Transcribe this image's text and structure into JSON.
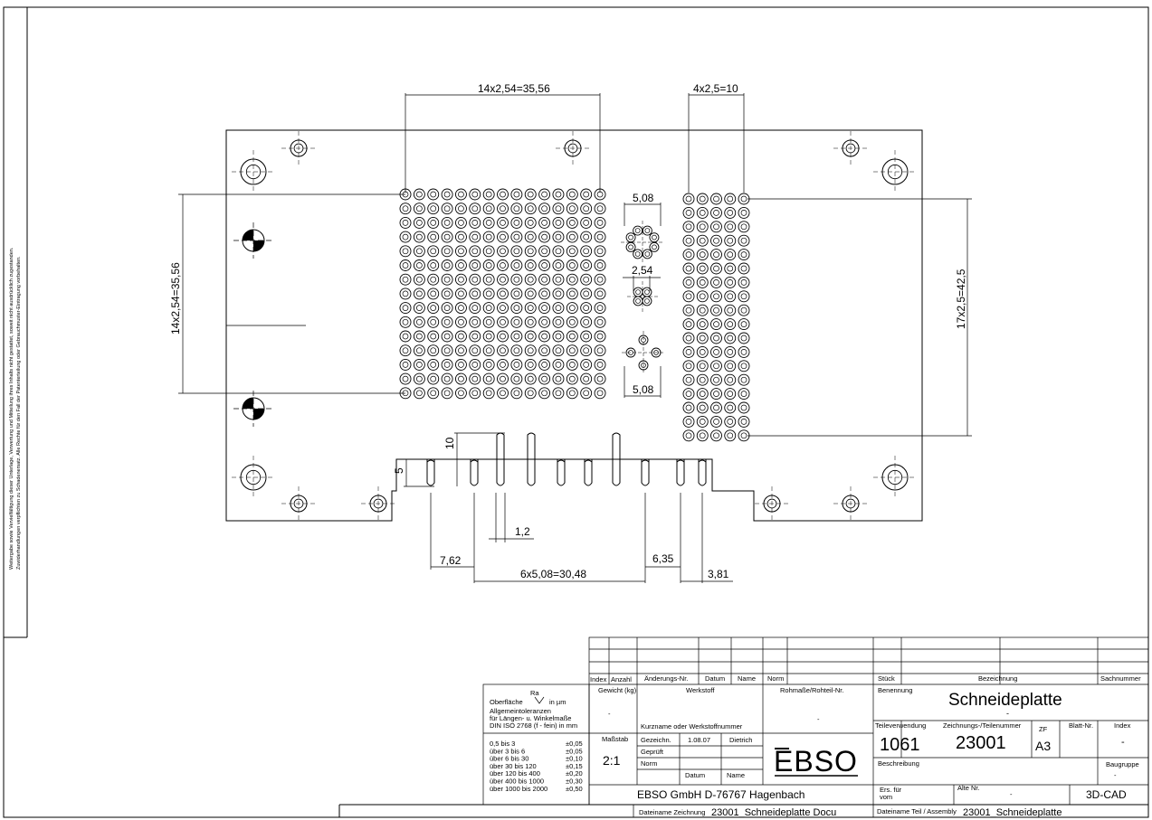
{
  "legal_notice": [
    "Weitergabe sowie Vervielfältigung dieser Unterlage, Verwertung und Mitteilung ihres Inhalts nicht gestattet, soweit nicht ausdrücklich zugestanden.",
    "Zuwiderhandlungen verpflichten zu Schadenersatz. Alle Rechte für den Fall der Patenterteilung oder Gebrauchmuster-Eintragung vorbehalten."
  ],
  "drawing": {
    "dims": {
      "top_left": "14x2,54=35,56",
      "top_right": "4x2,5=10",
      "left": "14x2,54=35,56",
      "right": "17x2,5=42,5",
      "ring_top": "5,08",
      "ring_mid": "2,54",
      "ring_bottom": "5,08",
      "slot_depth_10": "10",
      "slot_depth_5": "5",
      "slot_width": "1,2",
      "pitch_start": "7,62",
      "pitch_total": "6x5,08=30,48",
      "pitch_end": "6,35",
      "pitch_last": "3,81"
    }
  },
  "title_block": {
    "revision_headers": {
      "index": "Index",
      "count": "Anzahl",
      "change_no": "Änderungs-Nr.",
      "date": "Datum",
      "name": "Name",
      "norm": "Norm"
    },
    "parts_headers": {
      "piece": "Stück",
      "designation": "Bezeichnung",
      "item_no": "Sachnummer"
    },
    "surface": {
      "ra": "Ra",
      "label": "Oberfläche",
      "unit": "in µm",
      "tolerance_title": "Allgemeintoleranzen",
      "tolerance_sub": "für Längen- u. Winkelmaße",
      "tolerance_std": "DIN ISO 2768 (f - fein) in mm"
    },
    "tolerances": [
      {
        "range": "0,5 bis 3",
        "tol": "±0,05"
      },
      {
        "range": "über 3 bis 6",
        "tol": "±0,05"
      },
      {
        "range": "über 6 bis 30",
        "tol": "±0,10"
      },
      {
        "range": "über 30 bis 120",
        "tol": "±0,15"
      },
      {
        "range": "über 120 bis 400",
        "tol": "±0,20"
      },
      {
        "range": "über 400 bis 1000",
        "tol": "±0,30"
      },
      {
        "range": "über 1000 bis 2000",
        "tol": "±0,50"
      }
    ],
    "weight_label": "Gewicht (kg)",
    "weight_value": "-",
    "material_label": "Werkstoff",
    "material_hint": "Kurzname oder Werkstoffnummer",
    "raw_label": "Rohmaße/Rohteil-Nr.",
    "raw_value": "-",
    "scale_label": "Maßstab",
    "scale_value": "2:1",
    "drawn_label": "Gezeichn.",
    "drawn_date": "1.08.07",
    "drawn_by": "Dietrich",
    "checked_label": "Geprüft",
    "norm_label": "Norm",
    "date_label": "Datum",
    "name_label": "Name",
    "logo": "EBSO",
    "company": "EBSO GmbH D-76767 Hagenbach",
    "title_label": "Benennung",
    "title": "Schneideplatte",
    "part_use_label": "Teileverwendung",
    "part_use": "1061",
    "drawing_no_label": "Zeichnungs-/Teilenummer",
    "drawing_no": "23001",
    "zf_label": "ZF",
    "zf_value": "A3",
    "sheet_label": "Blatt-Nr.",
    "index_label": "Index",
    "index_value": "-",
    "description_label": "Beschreibung",
    "assembly_label": "Baugruppe",
    "assembly_value": "-",
    "replaces_label": "Ers. für",
    "from_label": "vom",
    "old_no_label": "Alte Nr.",
    "old_no_value": "-",
    "cad": "3D-CAD",
    "filename_label": "Dateiname Zeichnung",
    "filename": "23001_Schneideplatte Docu",
    "assembly_file_label": "Dateiname Teil / Assembly",
    "assembly_file": "23001_Schneideplatte"
  }
}
